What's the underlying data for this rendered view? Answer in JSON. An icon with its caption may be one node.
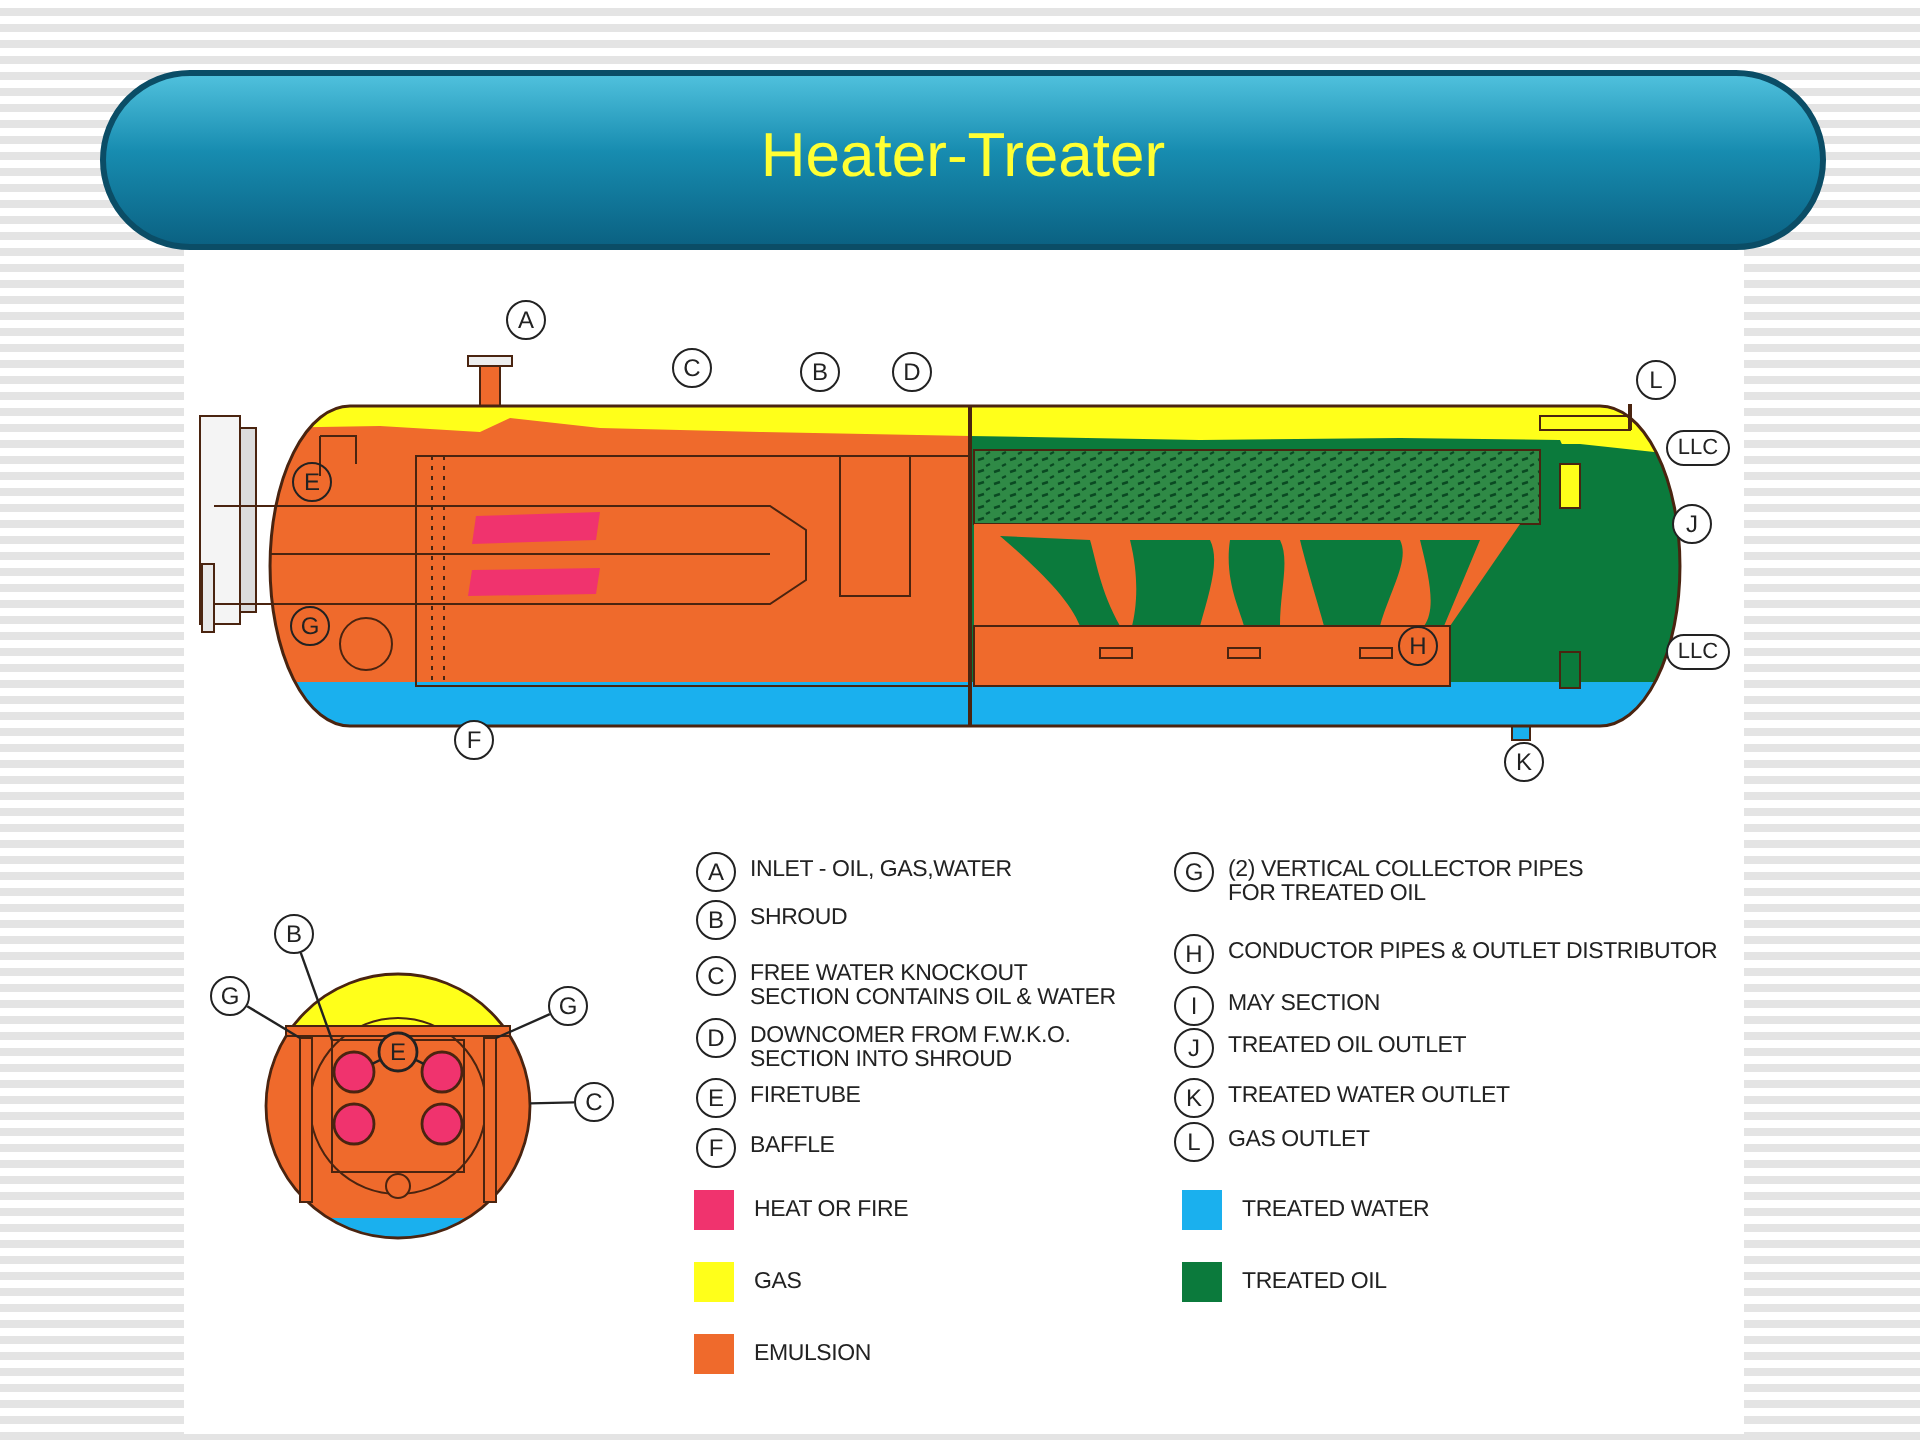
{
  "diagram": {
    "title": "Heater-Treater",
    "nodes": [
      {
        "text": [
          "A"
        ]
      },
      {
        "text": [
          "C"
        ]
      },
      {
        "text": [
          "B"
        ]
      },
      {
        "text": [
          "D"
        ]
      },
      {
        "text": [
          "L"
        ]
      },
      {
        "text": [
          "E"
        ]
      },
      {
        "text": [
          "J"
        ]
      },
      {
        "text": [
          "G"
        ]
      },
      {
        "text": [
          "H"
        ]
      },
      {
        "text": [
          "F"
        ]
      },
      {
        "text": [
          "K"
        ]
      },
      {
        "text": [
          "B"
        ]
      },
      {
        "text": [
          "G"
        ]
      },
      {
        "text": [
          "G"
        ]
      },
      {
        "text": [],
        "shape": "circle"
      },
      {
        "text": [
          "E"
        ],
        "in": 14
      },
      {
        "text": [
          "C"
        ]
      },
      {
        "text": [],
        "shape": "bar",
        "in": 14
      },
      {
        "text": [],
        "shape": "box",
        "in": 14
      },
      {
        "text": [],
        "shape": "bar",
        "in": 14
      },
      {
        "text": [],
        "shape": "bar",
        "in": 14
      },
      {
        "text": [],
        "shape": "circle",
        "in": 18
      },
      {
        "text": [],
        "shape": "circle",
        "in": 18
      },
      {
        "text": [
          "A"
        ],
        "beside": [
          "INLET - OIL, GAS,WATER"
        ]
      },
      {
        "text": [
          "B"
        ],
        "beside": [
          "SHROUD"
        ]
      },
      {
        "text": [
          "C"
        ],
        "beside": [
          "FREE WATER KNOCKOUT SECTION CONTAINS OIL & WATER"
        ]
      },
      {
        "text": [
          "D"
        ],
        "beside": [
          "DOWNCOMER FROM F.W.K.O. SECTION INTO SHROUD"
        ]
      },
      {
        "text": [
          "E"
        ],
        "beside": [
          "FIRETUBE"
        ]
      },
      {
        "text": [
          "F"
        ],
        "beside": [
          "BAFFLE"
        ]
      },
      {
        "text": [
          "G"
        ],
        "beside": [
          "(2) VERTICAL COLLECTOR PIPES FOR TREATED OIL"
        ]
      },
      {
        "text": [
          "H"
        ],
        "beside": [
          "CONDUCTOR PIPES & OUTLET DISTRIBUTOR"
        ]
      },
      {
        "text": [
          "I"
        ],
        "beside": [
          "MAY SECTION"
        ]
      },
      {
        "text": [
          "J"
        ],
        "beside": [
          "TREATED OIL OUTLET"
        ]
      },
      {
        "text": [
          "K"
        ],
        "beside": [
          "TREATED WATER OUTLET"
        ]
      },
      {
        "text": [
          "L"
        ],
        "beside": [
          "GAS OUTLET"
        ]
      }
    ],
    "edges": [
      {
        "from": 11,
        "to": 18,
        "arrow": "none"
      },
      {
        "from": 12,
        "to": 19,
        "arrow": "none"
      },
      {
        "from": 13,
        "to": 20,
        "arrow": "none"
      },
      {
        "from": 15,
        "to": 21,
        "arrow": "none"
      },
      {
        "from": 15,
        "to": 22,
        "arrow": "none"
      },
      {
        "from": 16,
        "to": 14,
        "arrow": "none"
      }
    ],
    "labels": [
      "LLC",
      "LLC"
    ],
    "legend": [
      {
        "text": "HEAT OR FIRE",
        "color": "#f0336e"
      },
      {
        "text": "GAS",
        "color": "#ffff1a"
      },
      {
        "text": "EMULSION",
        "color": "#ef6a2c"
      },
      {
        "text": "TREATED WATER",
        "color": "#1ab0ee"
      },
      {
        "text": "TREATED OIL",
        "color": "#0b7a3c"
      }
    ]
  }
}
